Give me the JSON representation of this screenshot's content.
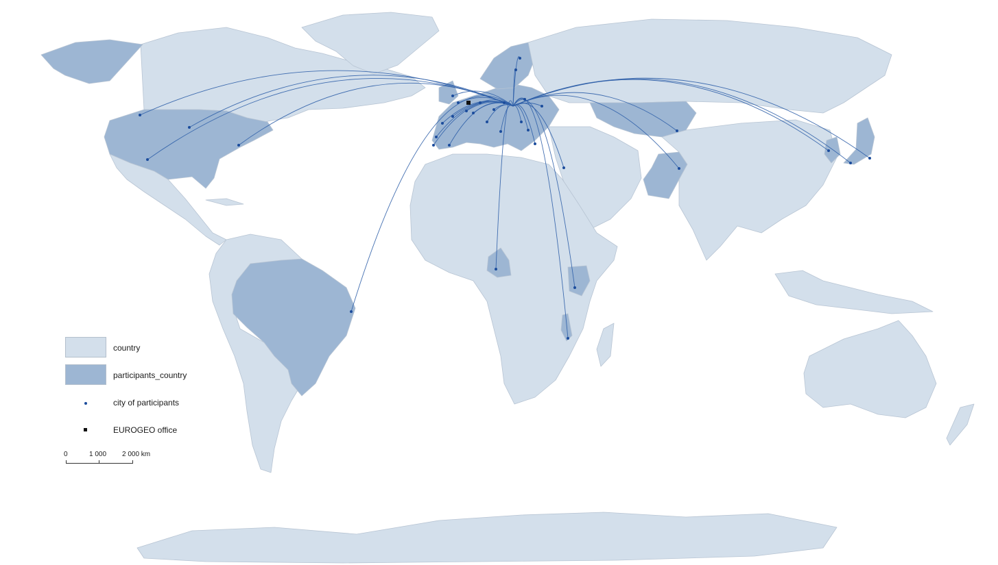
{
  "colors": {
    "country": "#d3dfeb",
    "participants_country": "#9db6d3",
    "border": "#b7c4d3",
    "flow_line": "#2f5fa8",
    "city_point": "#1b4c9c",
    "office_point": "#111111"
  },
  "legend": {
    "country": "country",
    "participants_country": "participants_country",
    "city": "city of participants",
    "office": "EUROGEO office"
  },
  "scalebar": {
    "label_0": "0",
    "label_1": "1 000",
    "label_2": "2 000 km"
  }
}
